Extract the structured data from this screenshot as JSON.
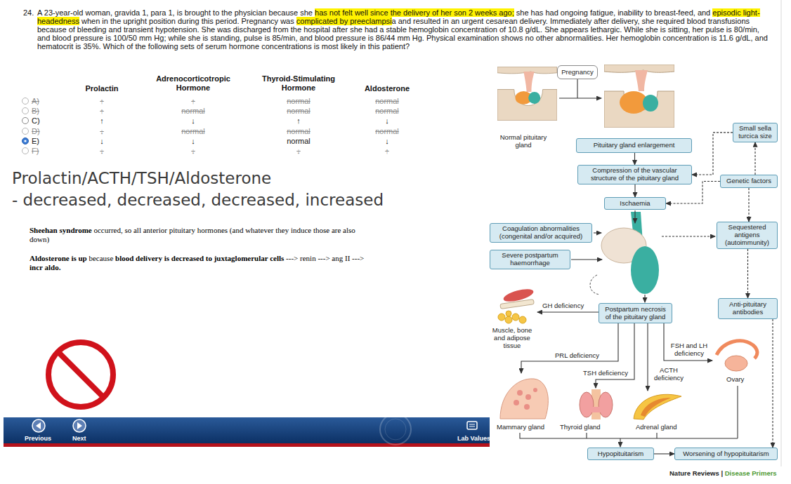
{
  "diagram": {
    "nodes": [
      {
        "text": [
          "Pregnancy"
        ]
      },
      {
        "text": [
          "Small sella turcica size"
        ]
      },
      {
        "text": [
          "Pituitary gland enlargement"
        ]
      },
      {
        "text": [
          "Compression of the vascular structure of the pituitary gland"
        ]
      },
      {
        "text": [
          "Genetic factors"
        ]
      },
      {
        "text": [
          "Ischaemia"
        ]
      },
      {
        "text": [
          "Coagulation abnormalities (congenital and/or acquired)"
        ]
      },
      {
        "text": [
          "Sequestered antigens (autoimmunity)"
        ]
      },
      {
        "text": [
          "Severe postpartum haemorrhage"
        ]
      },
      {
        "text": [
          "Anti-pituitary antibodies"
        ]
      },
      {
        "text": [
          "Postpartum necrosis of the pituitary gland"
        ]
      },
      {
        "text": [
          "Hypopituitarism"
        ]
      },
      {
        "text": [
          "Worsening of hypopituitarism"
        ]
      }
    ],
    "edges": [
      {
        "from": 2,
        "to": 3,
        "arrow": "to"
      },
      {
        "from": 3,
        "to": 5,
        "arrow": "to"
      },
      {
        "from": 1,
        "to": 3,
        "arrow": "to"
      },
      {
        "from": 4,
        "to": 1,
        "arrow": "to"
      },
      {
        "from": 4,
        "to": 5,
        "arrow": "to"
      },
      {
        "from": 4,
        "to": 7,
        "arrow": "to"
      },
      {
        "from": 7,
        "to": 9,
        "arrow": "to"
      },
      {
        "from": 11,
        "to": 12,
        "arrow": "to"
      },
      {
        "from": 9,
        "to": 12,
        "arrow": "to"
      }
    ],
    "labels": [
      "24.",
      "A 23-year-old woman, gravida 1, para 1, is brought to the physician because she",
      "has not felt well since the delivery of her son 2 weeks ago;",
      "she has had ongoing fatigue, inability to breast-feed, and",
      "episodic light-headedness",
      "when in the upright position during this period. Pregnancy was",
      "complicated by preeclampsi",
      "a and resulted in an urgent cesarean delivery. Immediately after delivery, she required blood transfusions because of bleeding and transient hypotension. She was discharged from the hospital after she had a stable hemoglobin concentration of 10.8 g/dL. She appears lethargic. While she is sitting, her pulse is 80/min, and blood pressure is 100/50 mm Hg; while she is standing, pulse is 85/min, and blood pressure is 86/44 mm Hg. Physical examination shows no other abnormalities. Her hemoglobin concentration is 11.6 g/dL, and hematocrit is 35%. Which of the following sets of serum hormone concentrations is most likely in this patient?",
      "Prolactin",
      "Adrenocorticotropic Hormone",
      "Thyroid-Stimulating Hormone",
      "Aldosterone",
      "A)",
      "↑",
      "↑",
      "normal",
      "normal",
      "B)",
      "↑",
      "normal",
      "normal",
      "normal",
      "C)",
      "↑",
      "↓",
      "↑",
      "↓",
      "D)",
      "↓",
      "normal",
      "normal",
      "normal",
      "E)",
      "↓",
      "↓",
      "normal",
      "↓",
      "F)",
      "↓",
      "↓",
      "↓",
      "↑",
      "Prolactin/ACTH/TSH/Aldosterone",
      "- decreased, decreased, decreased, increased",
      "Sheehan syndrome",
      "occurred, so all anterior pituitary hormones (and whatever they induce those are also down)",
      "Aldosterone is up",
      "because",
      "blood delivery is decreased to juxtaglomerular cells",
      "---> renin ---> ang II --->",
      "incr aldo.",
      "Previous",
      "Next",
      "Lab Values",
      "Normal pituitary gland",
      "GH deficiency",
      "Muscle, bone and adipose tissue",
      "PRL deficiency",
      "FSH and LH deficiency",
      "TSH deficiency",
      "ACTH deficiency",
      "Ovary",
      "Mammary gland",
      "Thyroid gland",
      "Adrenal gland",
      "Nature Reviews |",
      "Disease Primers"
    ]
  }
}
